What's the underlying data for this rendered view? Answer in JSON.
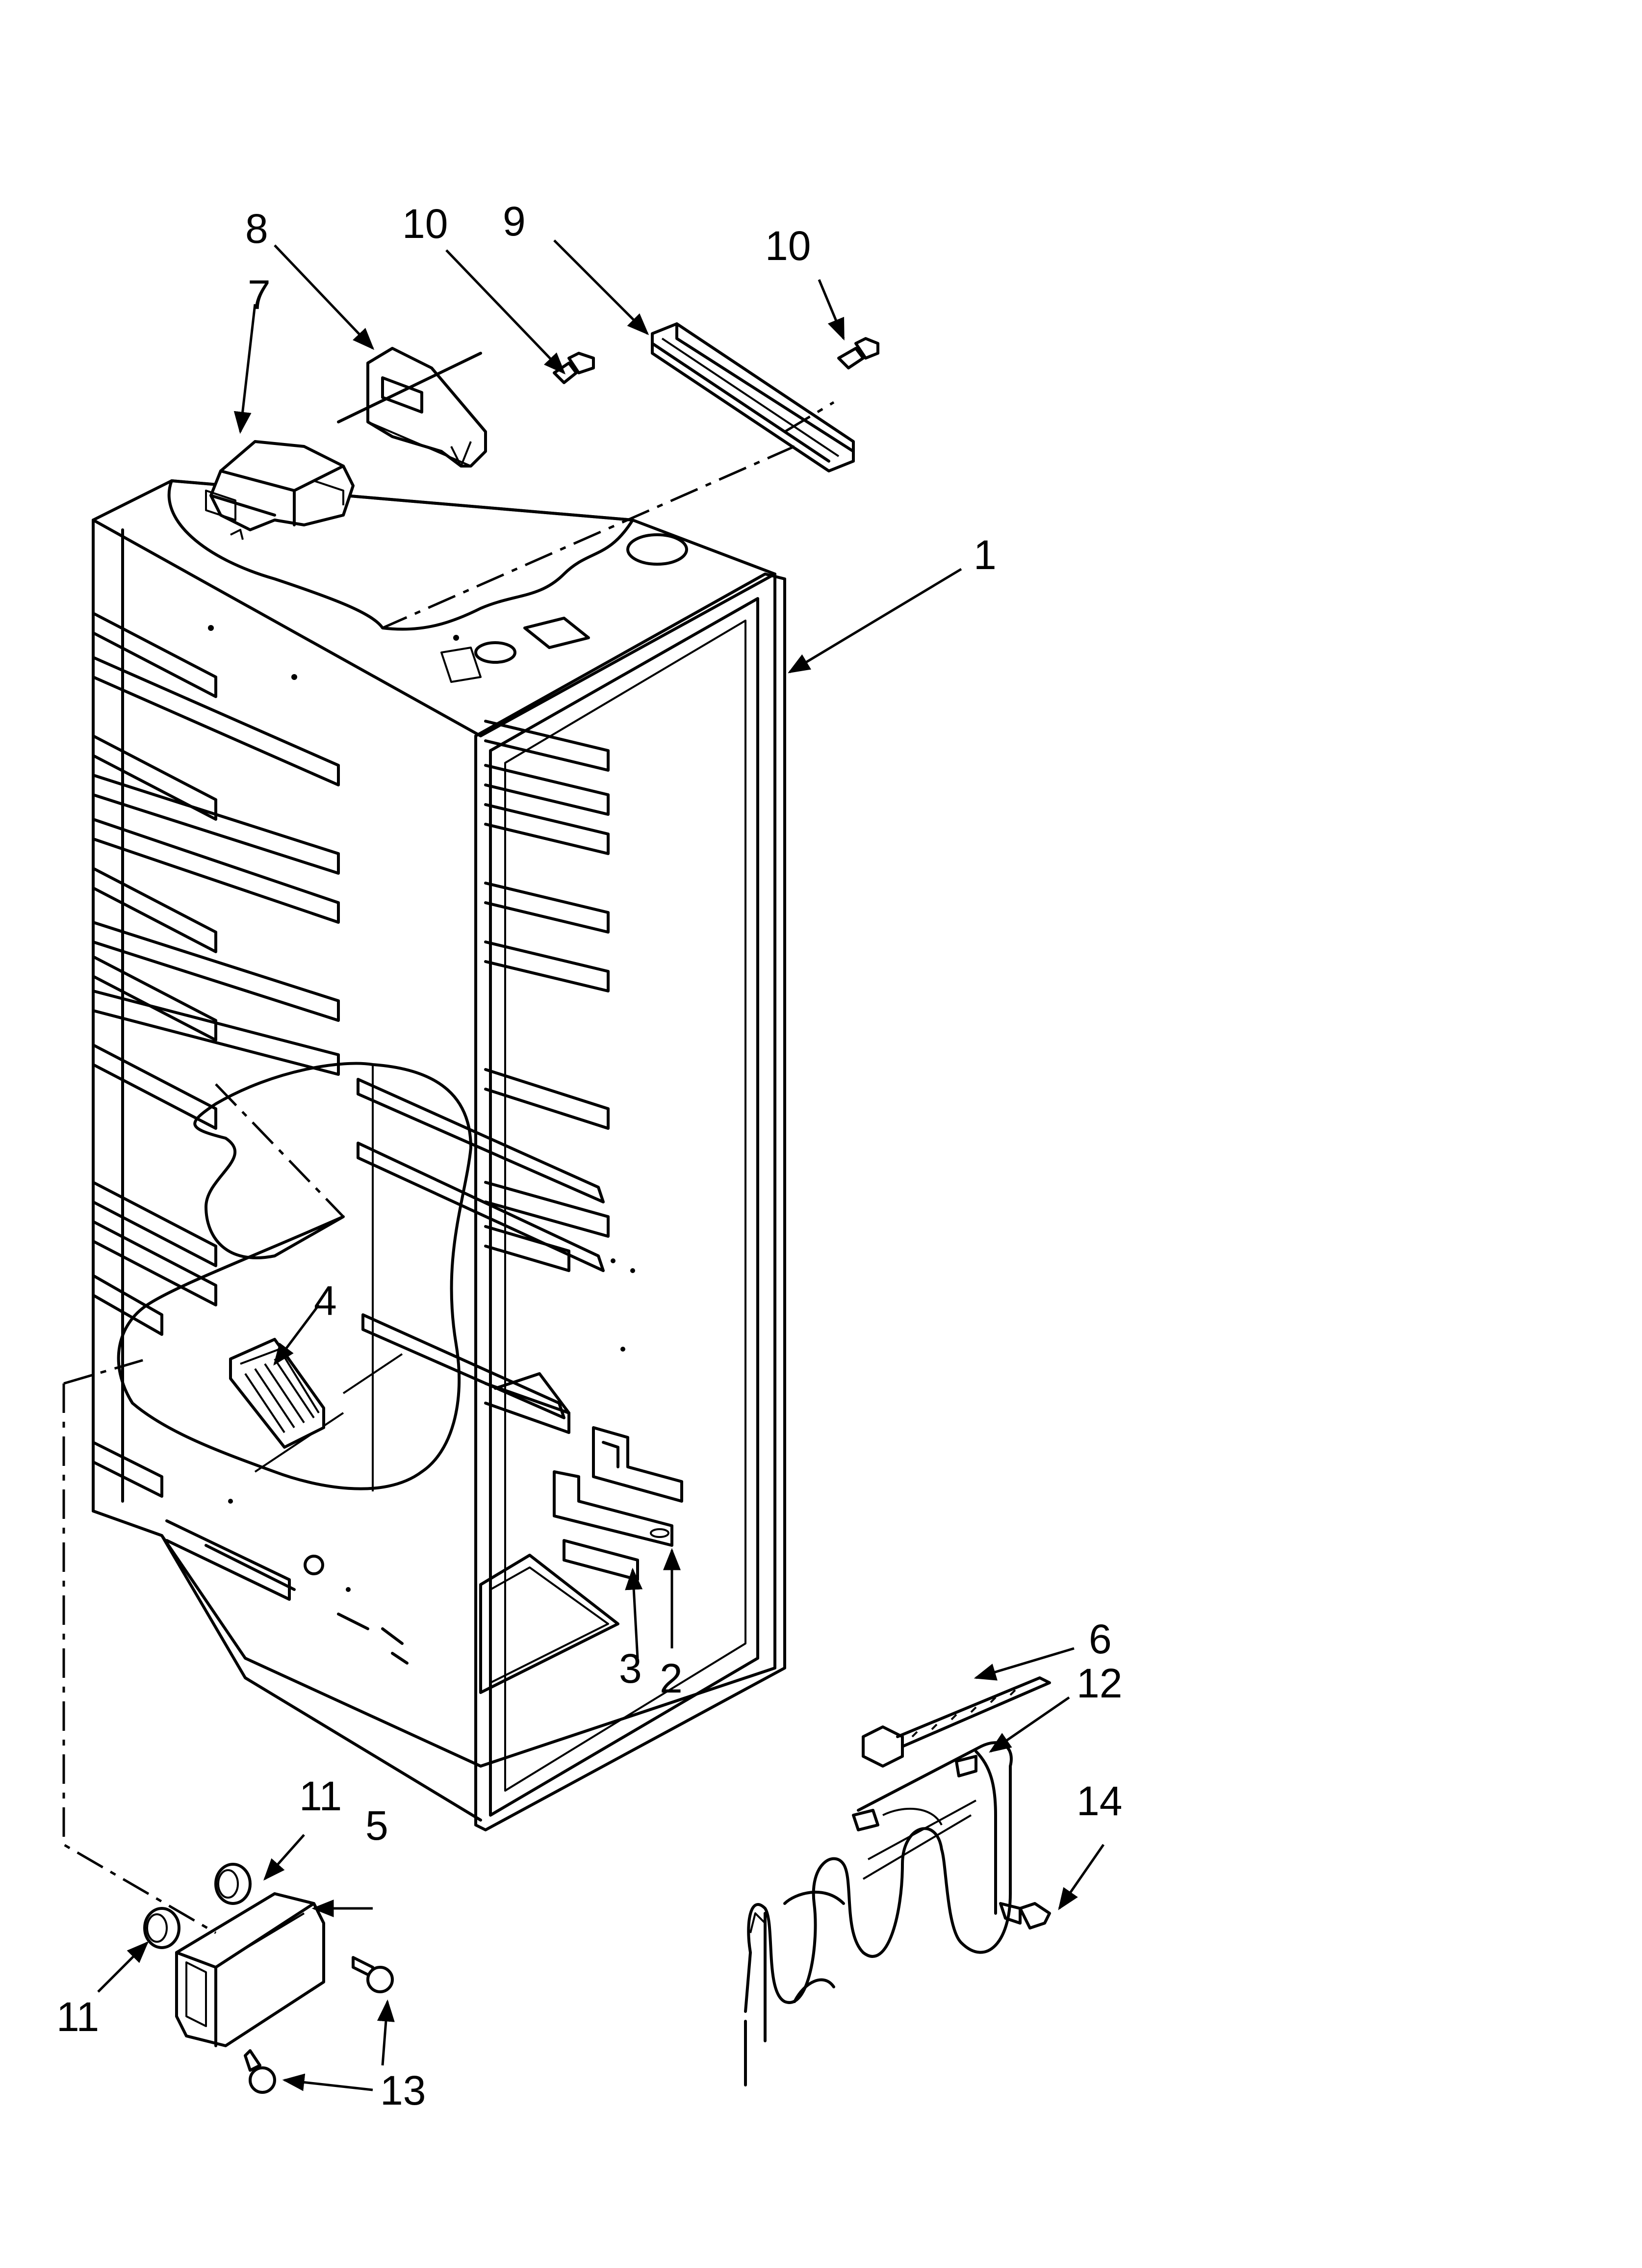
{
  "callouts": [
    {
      "id": "c1",
      "text": "1"
    },
    {
      "id": "c2",
      "text": "2"
    },
    {
      "id": "c3",
      "text": "3"
    },
    {
      "id": "c4",
      "text": "4"
    },
    {
      "id": "c5",
      "text": "5"
    },
    {
      "id": "c6",
      "text": "6"
    },
    {
      "id": "c7",
      "text": "7"
    },
    {
      "id": "c8",
      "text": "8"
    },
    {
      "id": "c9",
      "text": "9"
    },
    {
      "id": "c10a",
      "text": "10"
    },
    {
      "id": "c10b",
      "text": "10"
    },
    {
      "id": "c11a",
      "text": "11"
    },
    {
      "id": "c11b",
      "text": "11"
    },
    {
      "id": "c12",
      "text": "12"
    },
    {
      "id": "c13",
      "text": "13"
    },
    {
      "id": "c14",
      "text": "14"
    }
  ]
}
